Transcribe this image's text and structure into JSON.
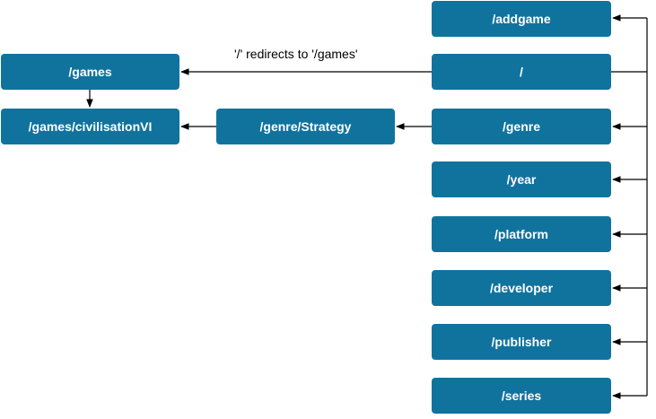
{
  "colors": {
    "node_fill": "#10739E",
    "node_text": "#FFFFFF",
    "edge": "#000000"
  },
  "nodes": {
    "addgame": "/addgame",
    "root": "/",
    "games": "/games",
    "games_civ": "/games/civilisationVI",
    "genre_strategy": "/genre/Strategy",
    "genre": "/genre",
    "year": "/year",
    "platform": "/platform",
    "developer": "/developer",
    "publisher": "/publisher",
    "series": "/series"
  },
  "edges": {
    "root_to_games_label": "'/' redirects to '/games'"
  }
}
